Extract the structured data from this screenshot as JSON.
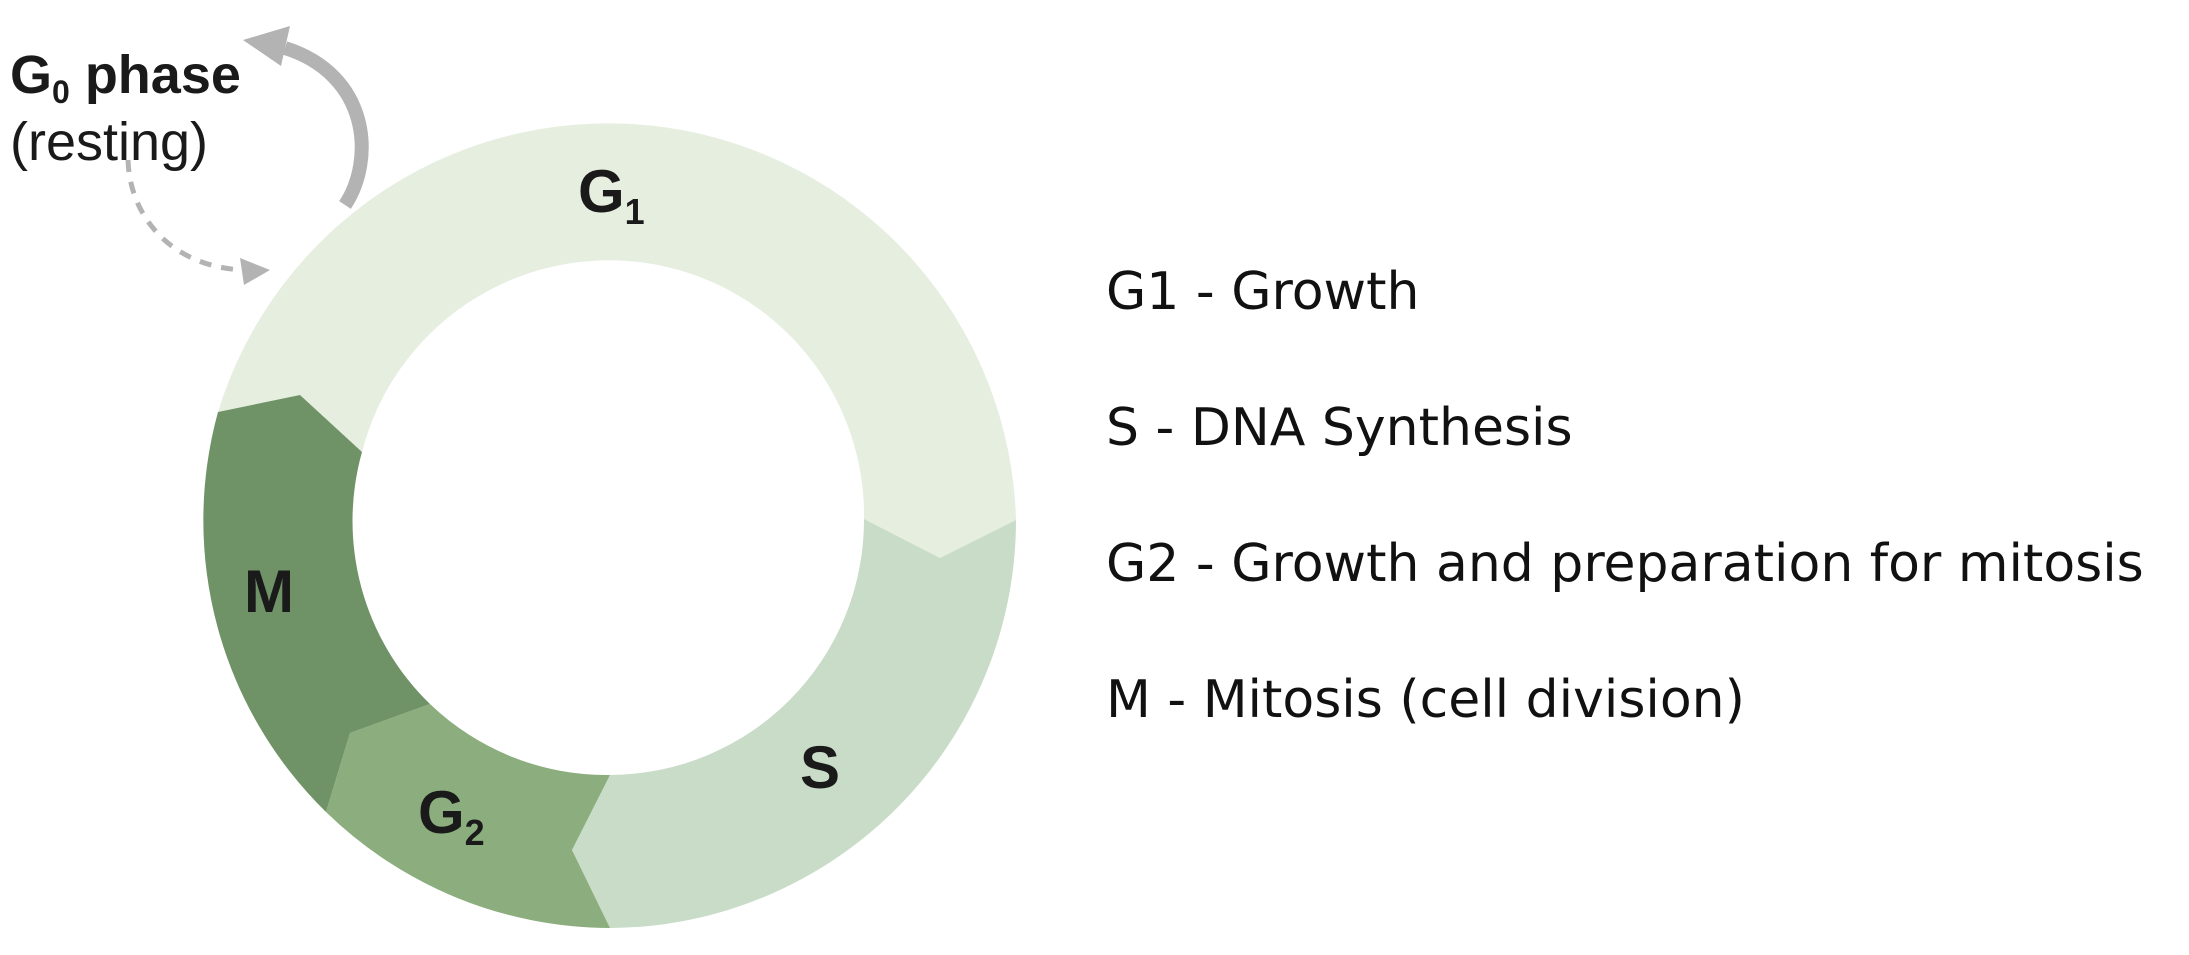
{
  "g0": {
    "label_main": "G",
    "label_sub": "0",
    "label_rest": " phase",
    "label_paren": "(resting)"
  },
  "phases": {
    "g1": {
      "main": "G",
      "sub": "1",
      "color": "#e5eedf"
    },
    "s": {
      "main": "S",
      "sub": "",
      "color": "#c8dcc8"
    },
    "g2": {
      "main": "G",
      "sub": "2",
      "color": "#8cae7e"
    },
    "m": {
      "main": "M",
      "sub": "",
      "color": "#6f9366"
    }
  },
  "legend": [
    {
      "text": "G1 - Growth"
    },
    {
      "text": "S - DNA Synthesis"
    },
    {
      "text": "G2 - Growth and preparation for mitosis"
    },
    {
      "text": "M - Mitosis (cell division)"
    }
  ],
  "colors": {
    "arrow": "#b3b3b3",
    "label_text": "#1a1a1a"
  }
}
